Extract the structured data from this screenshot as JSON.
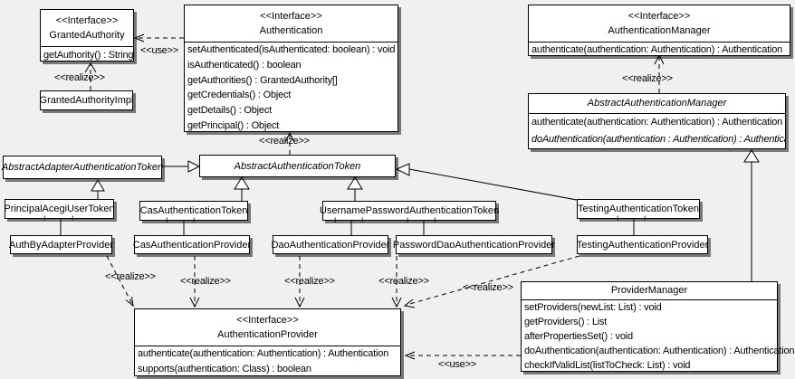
{
  "diagram": {
    "background_color": "#f0f0f0",
    "box_fill": "#ffffff",
    "line_color": "#000000"
  },
  "labels": {
    "use": "<<use>>",
    "realize": "<<realize>>",
    "plus": "+"
  },
  "classes": {
    "granted_authority": {
      "stereotype": "<<Interface>>",
      "name": "GrantedAuthority",
      "methods": [
        "getAuthority() : String"
      ]
    },
    "granted_authority_impl": {
      "name": "GrantedAuthorityImpl"
    },
    "authentication": {
      "stereotype": "<<Interface>>",
      "name": "Authentication",
      "methods": [
        "setAuthenticated(isAuthenticated: boolean) : void",
        "isAuthenticated() : boolean",
        "getAuthorities() : GrantedAuthority[]",
        "getCredentials() : Object",
        "getDetails() : Object",
        "getPrincipal() : Object"
      ]
    },
    "authentication_manager": {
      "stereotype": "<<Interface>>",
      "name": "AuthenticationManager",
      "methods": [
        "authenticate(authentication: Authentication) : Authentication"
      ]
    },
    "abstract_authentication_manager": {
      "name": "AbstractAuthenticationManager",
      "methods": [
        "authenticate(authentication: Authentication) : Authentication",
        "doAuthentication(authentication : Authentication) : Authentication"
      ]
    },
    "abstract_adapter_authentication_token": {
      "name": "AbstractAdapterAuthenticationToken"
    },
    "abstract_authentication_token": {
      "name": "AbstractAuthenticationToken"
    },
    "principal_acegi_user_token": {
      "name": "PrincipalAcegiUserToken"
    },
    "cas_authentication_token": {
      "name": "CasAuthenticationToken"
    },
    "username_password_authentication_token": {
      "name": "UsernamePasswordAuthenticationToken"
    },
    "testing_authentication_token": {
      "name": "TestingAuthenticationToken"
    },
    "auth_by_adapter_provider": {
      "name": "AuthByAdapterProvider"
    },
    "cas_authentication_provider": {
      "name": "CasAuthenticationProvider"
    },
    "dao_authentication_provider": {
      "name": "DaoAuthenticationProvider"
    },
    "password_dao_authentication_provider": {
      "name": "PasswordDaoAuthenticationProvider"
    },
    "testing_authentication_provider": {
      "name": "TestingAuthenticationProvider"
    },
    "authentication_provider": {
      "stereotype": "<<Interface>>",
      "name": "AuthenticationProvider",
      "methods": [
        "authenticate(authentication: Authentication) : Authentication",
        "supports(authentication: Class) : boolean"
      ]
    },
    "provider_manager": {
      "name": "ProviderManager",
      "methods": [
        "setProviders(newList: List) : void",
        "getProviders() : List",
        "afterPropertiesSet() : void",
        "doAuthentication(authentication: Authentication) : Authentication",
        "checkIfValidList(listToCheck: List) : void"
      ]
    }
  }
}
